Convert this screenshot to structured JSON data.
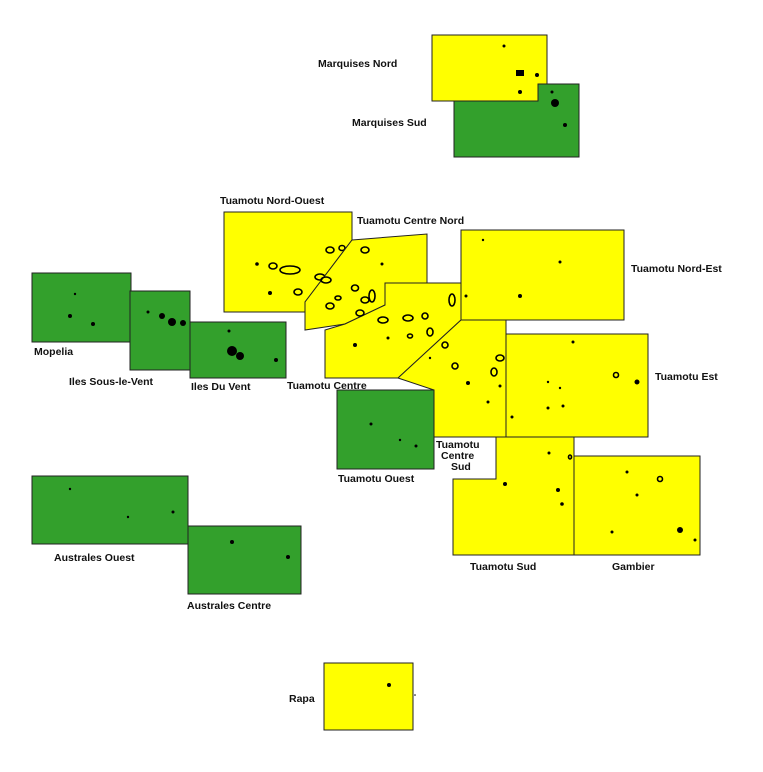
{
  "map": {
    "legend_colors": {
      "green": "#33a02c",
      "yellow": "#ffff00"
    },
    "zones": [
      {
        "id": "marquises-nord",
        "label": "Marquises Nord",
        "color": "yellow"
      },
      {
        "id": "marquises-sud",
        "label": "Marquises Sud",
        "color": "green"
      },
      {
        "id": "tuamotu-nord-ouest",
        "label": "Tuamotu Nord-Ouest",
        "color": "yellow"
      },
      {
        "id": "tuamotu-centre-nord",
        "label": "Tuamotu Centre Nord",
        "color": "yellow"
      },
      {
        "id": "tuamotu-nord-est",
        "label": "Tuamotu Nord-Est",
        "color": "yellow"
      },
      {
        "id": "mopelia",
        "label": "Mopelia",
        "color": "green"
      },
      {
        "id": "iles-sous-le-vent",
        "label": "Iles Sous-le-Vent",
        "color": "green"
      },
      {
        "id": "iles-du-vent",
        "label": "Iles Du Vent",
        "color": "green"
      },
      {
        "id": "tuamotu-centre",
        "label": "Tuamotu Centre",
        "color": "yellow"
      },
      {
        "id": "tuamotu-est",
        "label": "Tuamotu Est",
        "color": "yellow"
      },
      {
        "id": "tuamotu-ouest",
        "label": "Tuamotu Ouest",
        "color": "green"
      },
      {
        "id": "tuamotu-centre-sud",
        "label_lines": [
          "Tuamotu",
          "Centre",
          "Sud"
        ],
        "color": "yellow"
      },
      {
        "id": "australes-ouest",
        "label": "Australes Ouest",
        "color": "green"
      },
      {
        "id": "australes-centre",
        "label": "Australes Centre",
        "color": "green"
      },
      {
        "id": "tuamotu-sud",
        "label": "Tuamotu Sud",
        "color": "yellow"
      },
      {
        "id": "gambier",
        "label": "Gambier",
        "color": "yellow"
      },
      {
        "id": "rapa",
        "label": "Rapa",
        "color": "yellow"
      }
    ]
  }
}
